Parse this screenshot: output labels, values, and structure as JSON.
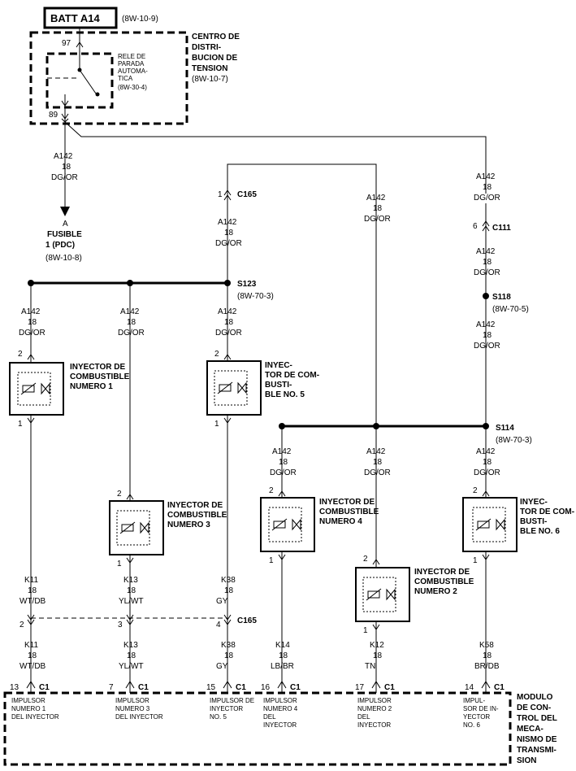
{
  "diagram": {
    "batt": {
      "label": "BATT A14",
      "ref": "(8W-10-9)"
    },
    "pdc": {
      "label": [
        "CENTRO DE",
        "DISTRI-",
        "BUCION DE",
        "TENSION"
      ],
      "ref": "(8W-10-7)",
      "pin_in": "97",
      "pin_out": "89"
    },
    "relay": {
      "label": [
        "RELE DE",
        "PARADA",
        "AUTOMA-",
        "TICA"
      ],
      "ref": "(8W-30-4)"
    },
    "wires": {
      "main": {
        "code": "A142",
        "gauge": "18",
        "color": "DG/OR"
      }
    },
    "fuse": {
      "label": [
        "A",
        "FUSIBLE",
        "1 (PDC)"
      ],
      "ref": "(8W-10-8)"
    },
    "connectors": {
      "c165": "C165",
      "c165_pin": "1",
      "c111": "C111",
      "c111_pin": "6",
      "c165b": "C165",
      "c165b_pins": [
        "2",
        "3",
        "4"
      ],
      "c1": "C1"
    },
    "splices": {
      "s123": {
        "label": "S123",
        "ref": "(8W-70-3)"
      },
      "s118": {
        "label": "S118",
        "ref": "(8W-70-5)"
      },
      "s114": {
        "label": "S114",
        "ref": "(8W-70-3)"
      }
    },
    "injectors": [
      {
        "label": [
          "INYECTOR DE",
          "COMBUSTIBLE",
          "NUMERO 1"
        ],
        "pin_top": "2",
        "pin_bottom": "1"
      },
      {
        "label": [
          "INYECTOR DE",
          "COMBUSTIBLE",
          "NUMERO 3"
        ],
        "pin_top": "2",
        "pin_bottom": "1"
      },
      {
        "label": [
          "INYEC-",
          "TOR DE COM-",
          "BUSTI-",
          "BLE NO. 5"
        ],
        "pin_top": "2",
        "pin_bottom": "1"
      },
      {
        "label": [
          "INYECTOR DE",
          "COMBUSTIBLE",
          "NUMERO 4"
        ],
        "pin_top": "2",
        "pin_bottom": "1"
      },
      {
        "label": [
          "INYECTOR DE",
          "COMBUSTIBLE",
          "NUMERO 2"
        ],
        "pin_top": "2",
        "pin_bottom": "1"
      },
      {
        "label": [
          "INYEC-",
          "TOR DE COM-",
          "BUSTI-",
          "BLE NO. 6"
        ],
        "pin_top": "2",
        "pin_bottom": "1"
      }
    ],
    "driver_wires": [
      {
        "code": "K11",
        "gauge": "18",
        "color": "WT/DB"
      },
      {
        "code": "K13",
        "gauge": "18",
        "color": "YL/WT"
      },
      {
        "code": "K38",
        "gauge": "18",
        "color": "GY"
      },
      {
        "code": "K14",
        "gauge": "18",
        "color": "LB/BR"
      },
      {
        "code": "K12",
        "gauge": "18",
        "color": "TN"
      },
      {
        "code": "K58",
        "gauge": "18",
        "color": "BR/DB"
      }
    ],
    "pcm": {
      "label": [
        "MODULO",
        "DE CON-",
        "TROL DEL",
        "MECA-",
        "NISMO DE",
        "TRANSMI-",
        "SION"
      ],
      "pins": [
        "13",
        "7",
        "15",
        "16",
        "17",
        "14"
      ],
      "pin_labels": [
        [
          "IMPULSOR",
          "NUMERO 1",
          "DEL INYECTOR"
        ],
        [
          "IMPULSOR",
          "NUMERO 3",
          "DEL INYECTOR"
        ],
        [
          "IMPULSOR DE",
          "INYECTOR",
          "NO. 5"
        ],
        [
          "IMPULSOR",
          "NUMERO 4",
          "DEL",
          "INYECTOR"
        ],
        [
          "IMPULSOR",
          "NUMERO 2",
          "DEL",
          "INYECTOR"
        ],
        [
          "IMPUL-",
          "SOR DE IN-",
          "YECTOR",
          "NO. 6"
        ]
      ]
    }
  }
}
